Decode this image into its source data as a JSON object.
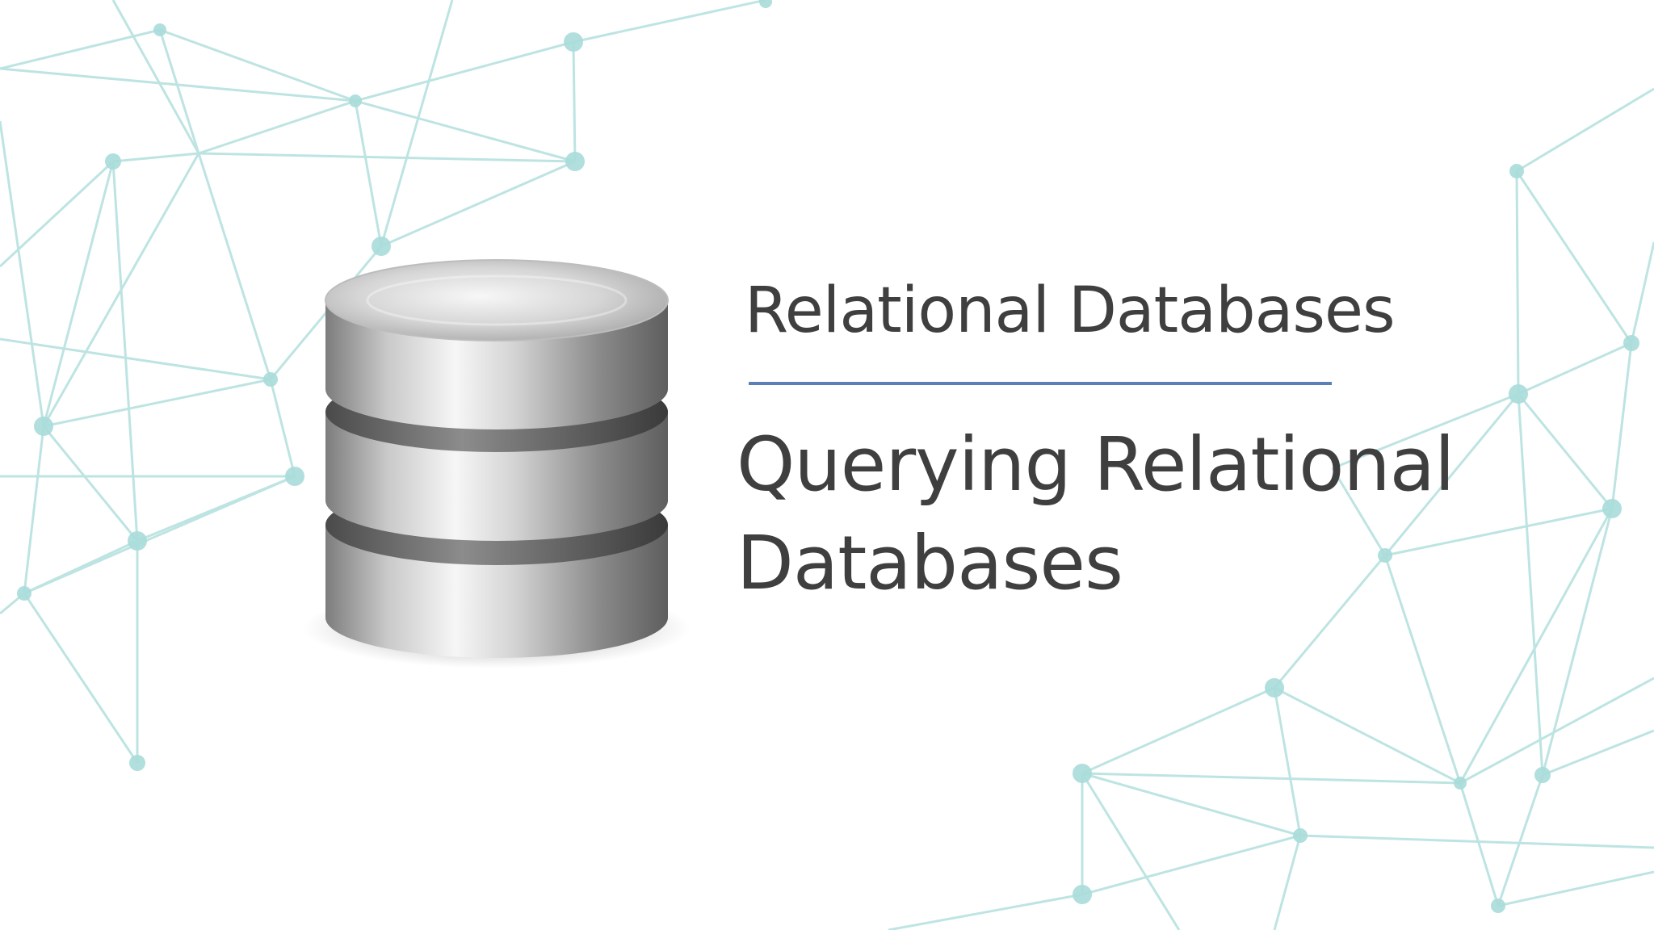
{
  "slide": {
    "course_title": "Relational Databases",
    "module_title": "Querying Relational Databases"
  },
  "colors": {
    "background": "#ffffff",
    "text": "#3f3f3f",
    "rule": "#5b7fb7",
    "network": "#9fd9d6"
  },
  "icons": {
    "database": "database-icon",
    "background": "network-graph-pattern"
  }
}
